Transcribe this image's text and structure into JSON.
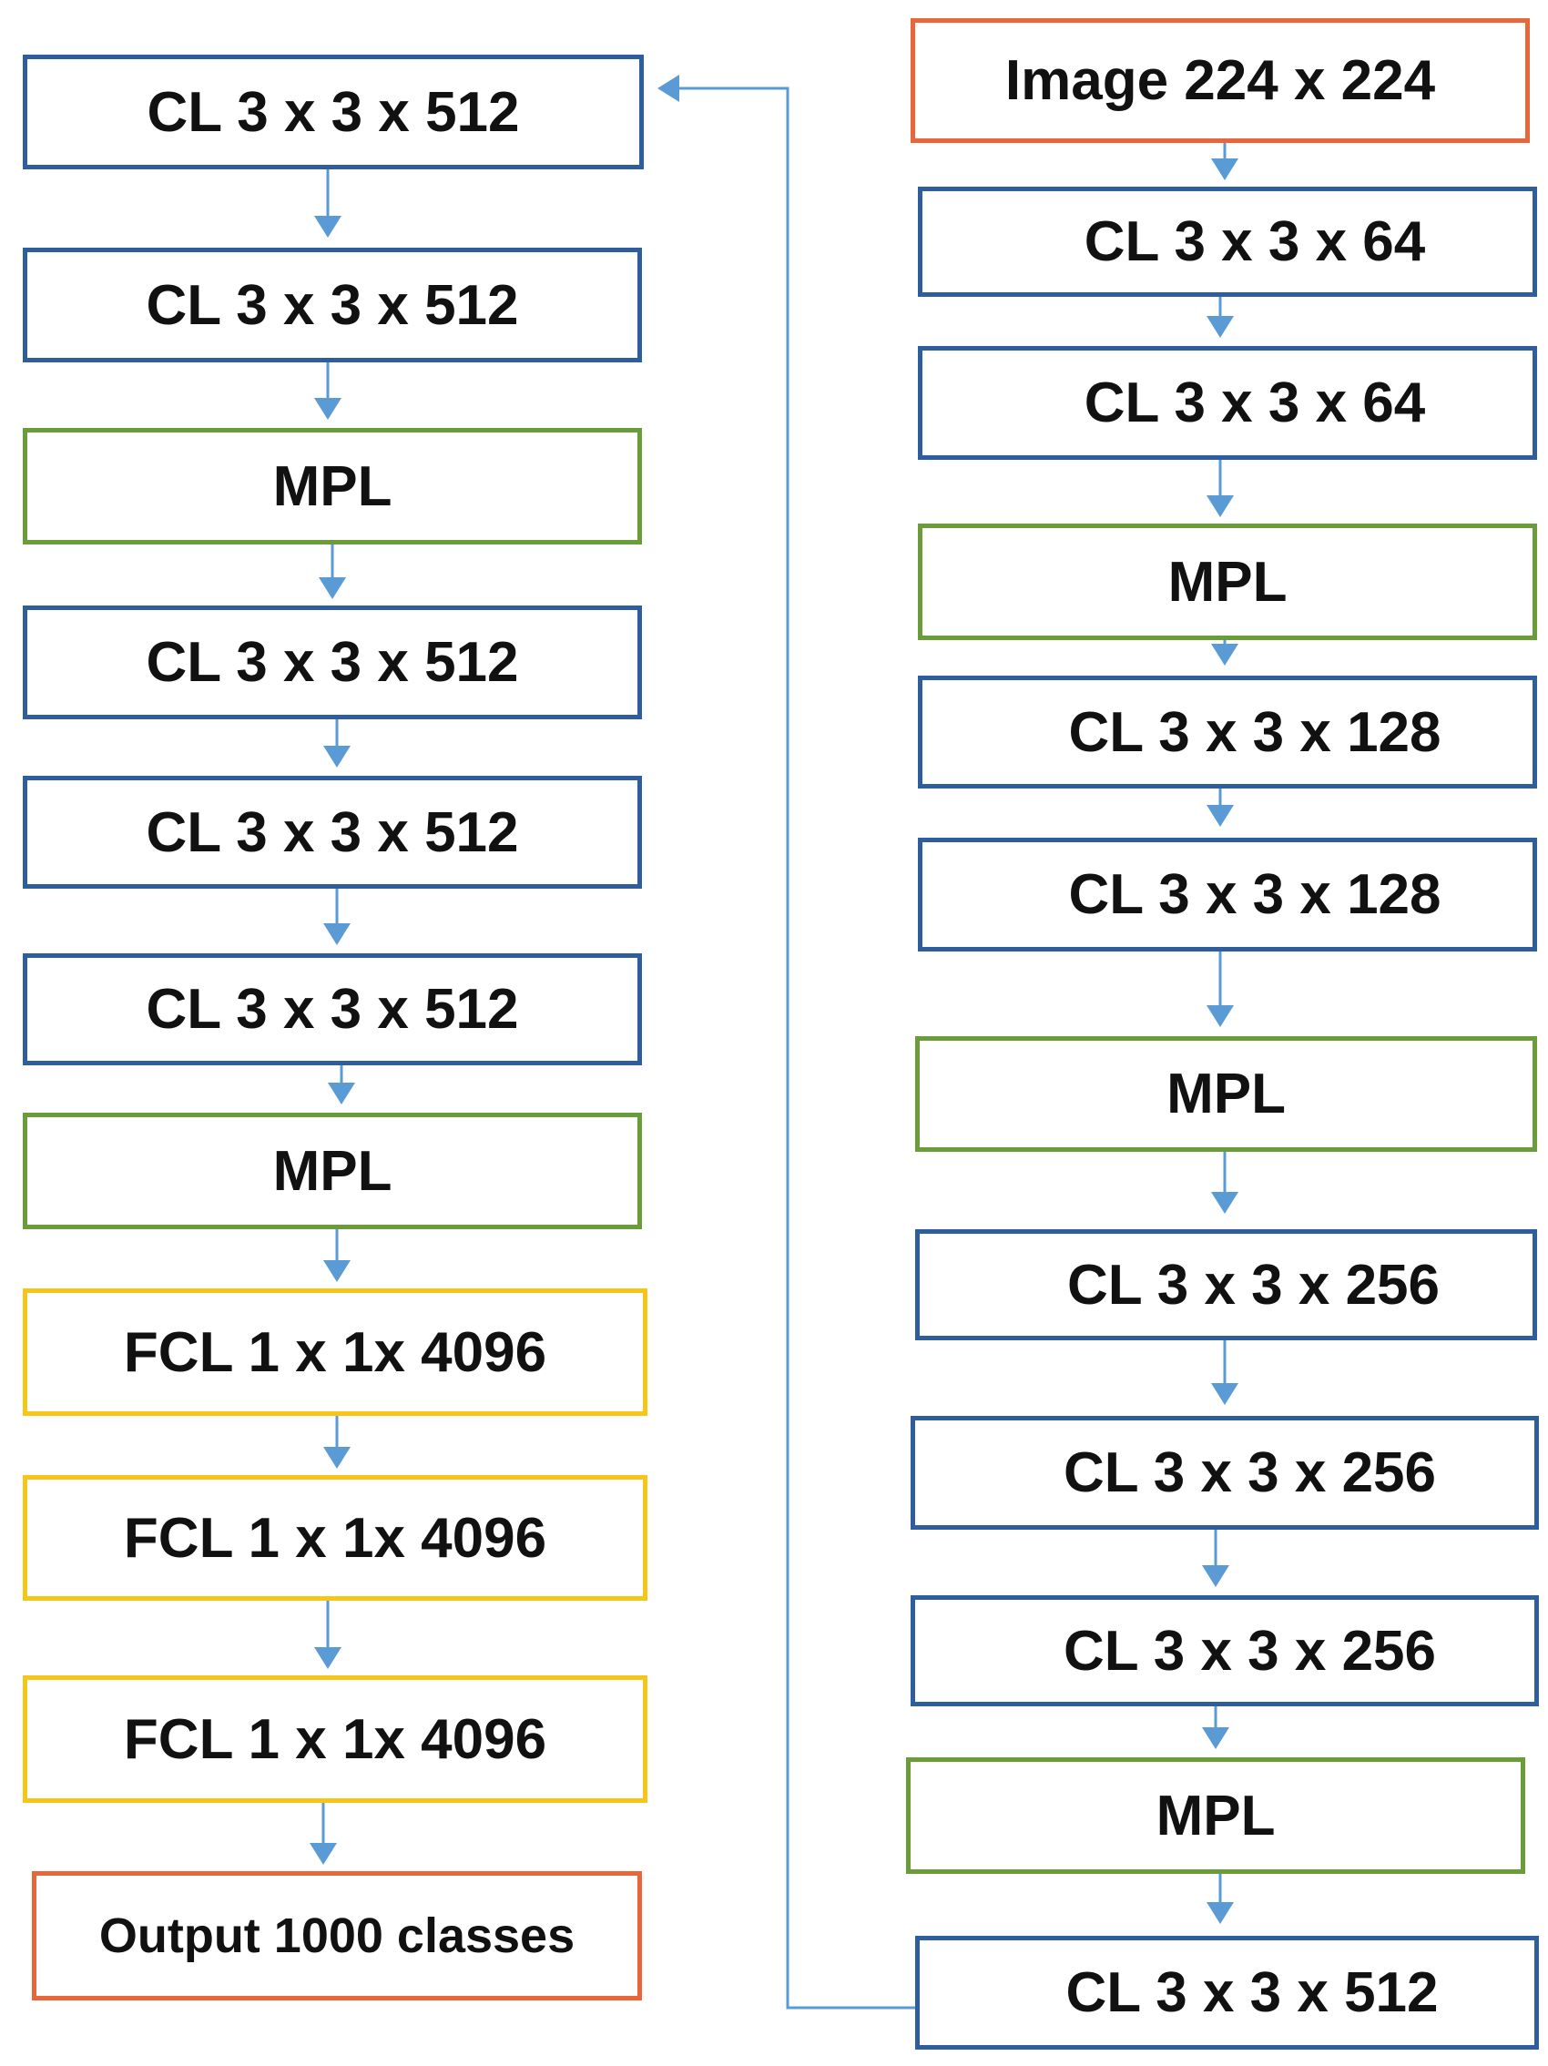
{
  "colors": {
    "conv": "#2e5e9e",
    "pool": "#6a9c3a",
    "fc": "#f5c518",
    "io": "#e8663a",
    "arrow": "#5b9bd5"
  },
  "right_column": [
    {
      "id": "input",
      "label": "Image 224 x 224",
      "kind": "io"
    },
    {
      "id": "r-conv-1",
      "label": "CL 3 x 3 x 64",
      "kind": "conv"
    },
    {
      "id": "r-conv-2",
      "label": "CL 3 x 3 x 64",
      "kind": "conv"
    },
    {
      "id": "r-pool-1",
      "label": "MPL",
      "kind": "pool"
    },
    {
      "id": "r-conv-3",
      "label": "CL 3 x 3 x 128",
      "kind": "conv"
    },
    {
      "id": "r-conv-4",
      "label": "CL 3 x 3 x 128",
      "kind": "conv"
    },
    {
      "id": "r-pool-2",
      "label": "MPL",
      "kind": "pool"
    },
    {
      "id": "r-conv-5",
      "label": "CL 3 x 3 x 256",
      "kind": "conv"
    },
    {
      "id": "r-conv-6",
      "label": "CL 3 x 3 x 256",
      "kind": "conv"
    },
    {
      "id": "r-conv-7",
      "label": "CL 3 x 3 x 256",
      "kind": "conv"
    },
    {
      "id": "r-pool-3",
      "label": "MPL",
      "kind": "pool"
    },
    {
      "id": "r-conv-8",
      "label": "CL 3 x 3 x 512",
      "kind": "conv"
    }
  ],
  "left_column": [
    {
      "id": "l-conv-1",
      "label": "CL 3 x 3 x 512",
      "kind": "conv"
    },
    {
      "id": "l-conv-2",
      "label": "CL 3 x 3 x 512",
      "kind": "conv"
    },
    {
      "id": "l-pool-1",
      "label": "MPL",
      "kind": "pool"
    },
    {
      "id": "l-conv-3",
      "label": "CL 3 x 3 x 512",
      "kind": "conv"
    },
    {
      "id": "l-conv-4",
      "label": "CL 3 x 3 x 512",
      "kind": "conv"
    },
    {
      "id": "l-conv-5",
      "label": "CL 3 x 3 x 512",
      "kind": "conv"
    },
    {
      "id": "l-pool-2",
      "label": "MPL",
      "kind": "pool"
    },
    {
      "id": "l-fc-1",
      "label": "FCL 1 x 1x 4096",
      "kind": "fc"
    },
    {
      "id": "l-fc-2",
      "label": "FCL 1 x 1x 4096",
      "kind": "fc"
    },
    {
      "id": "l-fc-3",
      "label": "FCL 1 x 1x 4096",
      "kind": "fc"
    },
    {
      "id": "output",
      "label": "Output 1000 classes",
      "kind": "io"
    }
  ]
}
